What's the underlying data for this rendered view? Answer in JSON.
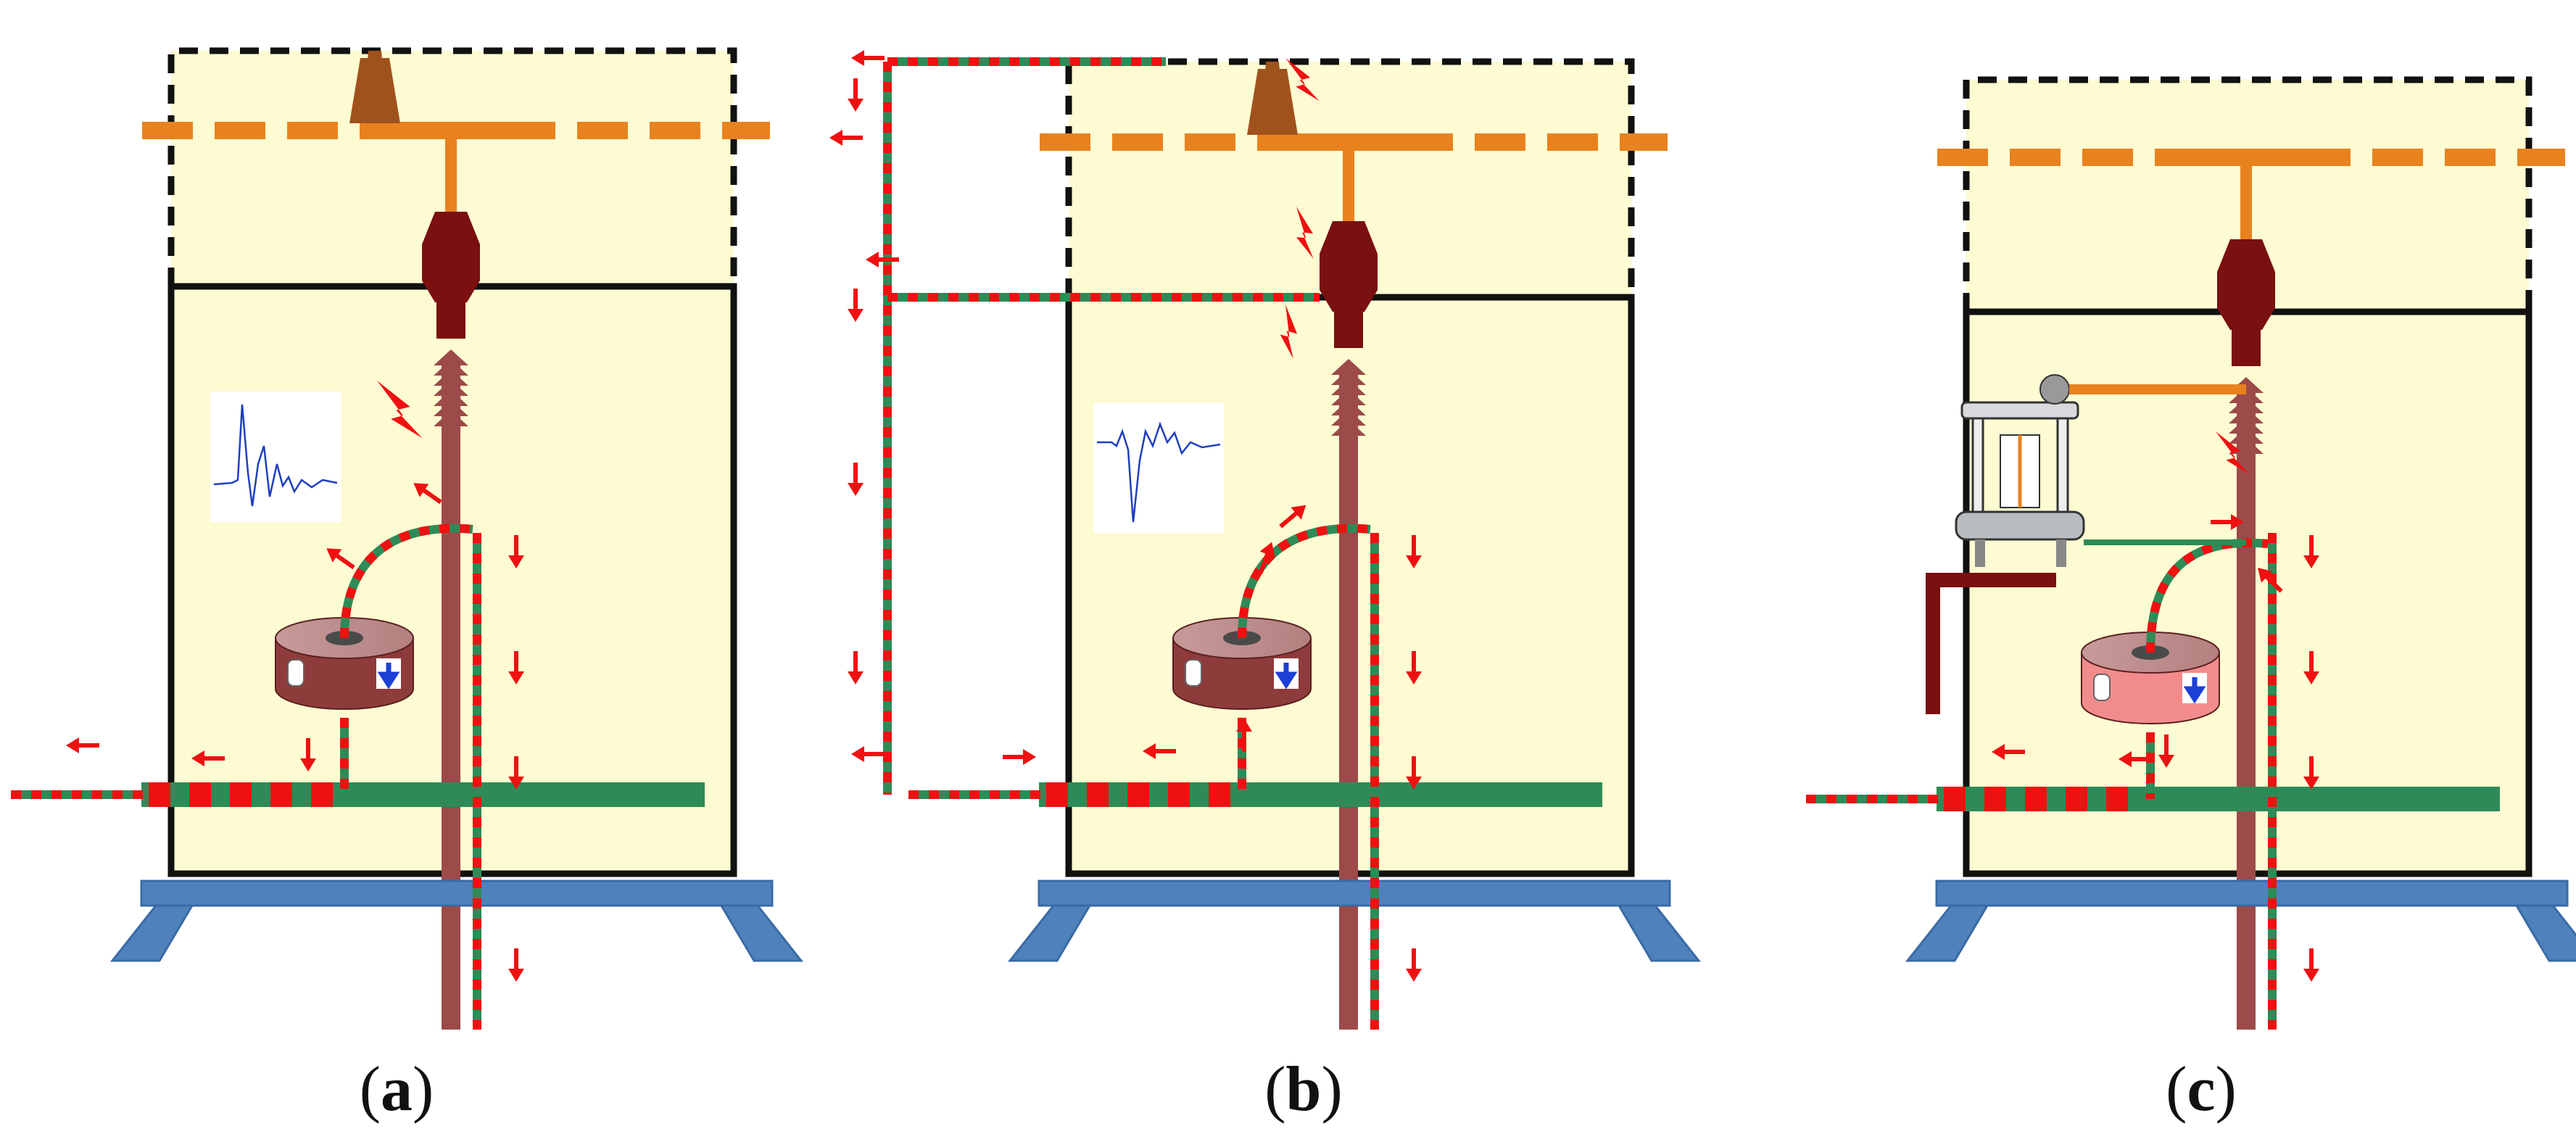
{
  "figure": {
    "panels": [
      {
        "id": "a",
        "caption_open": "(",
        "caption_letter": "a",
        "caption_close": ")",
        "has_waveform": true,
        "waveform_kind": "a",
        "has_test_rig": false,
        "current_paths": "pd-in-tank"
      },
      {
        "id": "b",
        "caption_open": "(",
        "caption_letter": "b",
        "caption_close": ")",
        "has_waveform": true,
        "waveform_kind": "b",
        "has_test_rig": false,
        "current_paths": "pd-on-bushing"
      },
      {
        "id": "c",
        "caption_open": "(",
        "caption_letter": "c",
        "caption_close": ")",
        "has_waveform": false,
        "has_test_rig": true,
        "current_paths": "calibration-injection"
      }
    ],
    "colors": {
      "enclosure_fill": "#fdfbd2",
      "conductor": "#e8821e",
      "bushing": "#7a1010",
      "insulator_stack": "#9c4a4a",
      "ground_bar": "#2e8b57",
      "current_arrows": "#ee1111",
      "sensor_body": "#8e3b3b",
      "sensor_body_calibration": "#f28c8c",
      "base": "#4f81bd",
      "waveform": "#1f3fbf",
      "rig_arm": "#7a1010"
    },
    "icons": [
      "discharge-spark-icon",
      "current-arrow-icon",
      "hfct-sensor-icon",
      "down-arrow-icon",
      "calibrator-rig-icon"
    ]
  }
}
